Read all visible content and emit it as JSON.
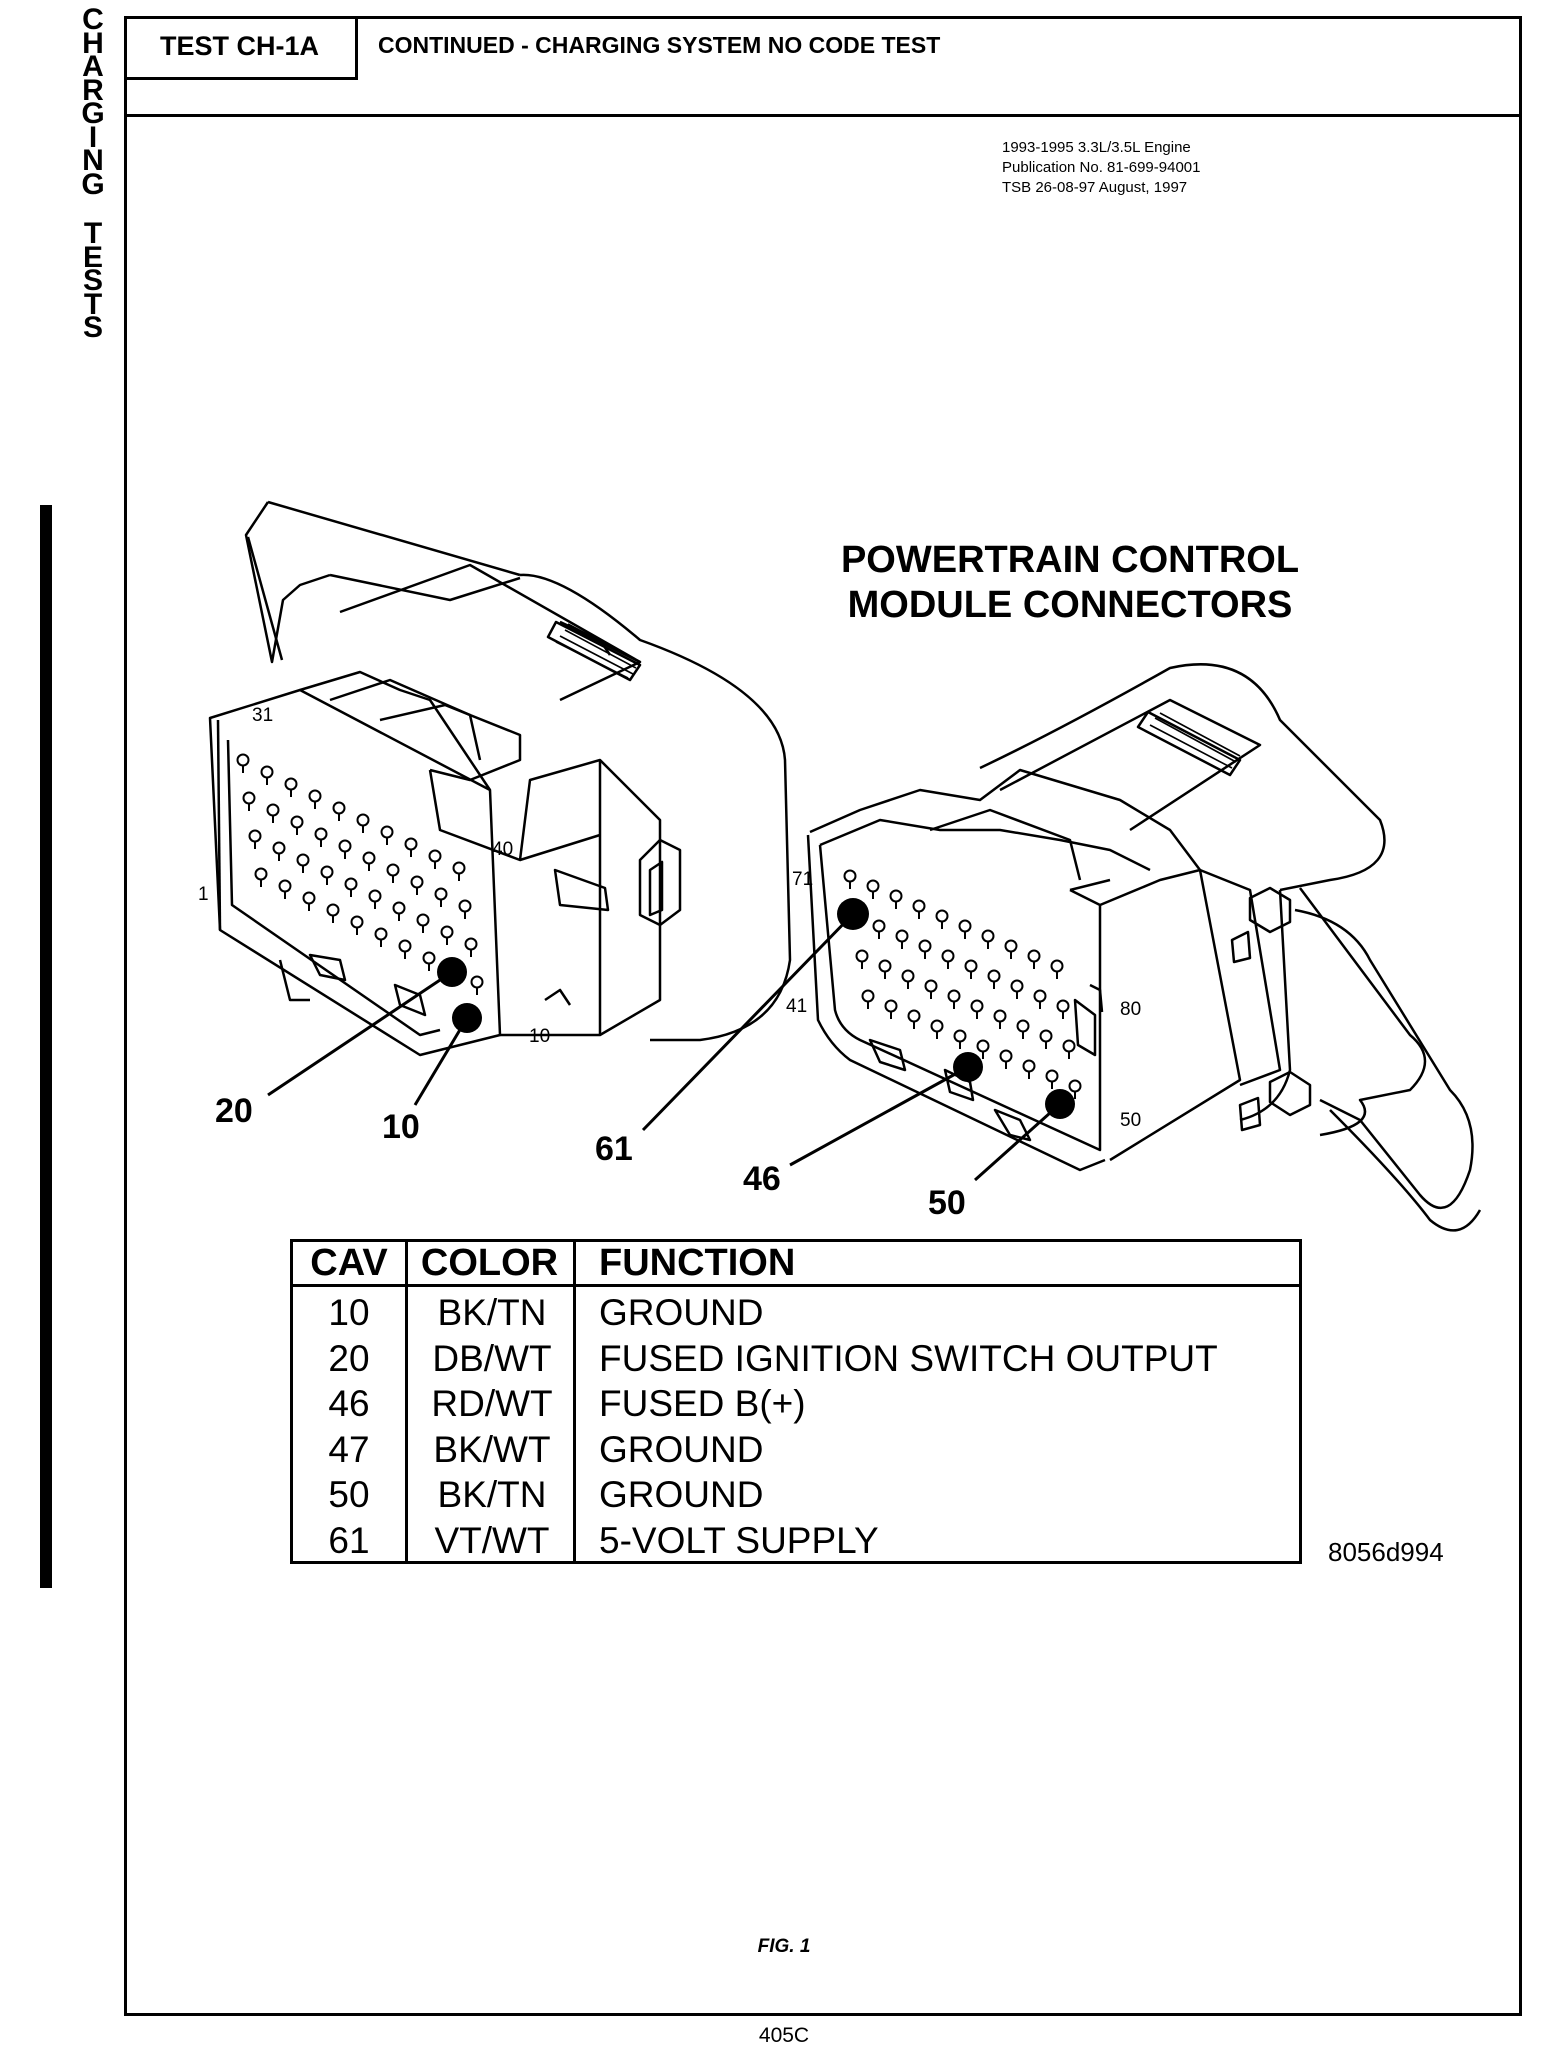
{
  "side_label": [
    "C",
    "H",
    "A",
    "R",
    "G",
    "I",
    "N",
    "G",
    "",
    "T",
    "E",
    "S",
    "T",
    "S"
  ],
  "header": {
    "test_id": "TEST CH-1A",
    "title": "CONTINUED - CHARGING SYSTEM NO CODE TEST"
  },
  "publication": {
    "line1": "1993-1995 3.3L/3.5L Engine",
    "line2": "Publication No. 81-699-94001",
    "line3": "TSB 26-08-97   August, 1997"
  },
  "diagram": {
    "title_line1": "POWERTRAIN CONTROL",
    "title_line2": "MODULE CONNECTORS",
    "left_pin_labels": {
      "p31": "31",
      "p40": "40",
      "p1": "1",
      "p10": "10"
    },
    "right_pin_labels": {
      "p71": "71",
      "p41": "41",
      "p80": "80",
      "p50": "50"
    },
    "callouts": {
      "c20": "20",
      "c10": "10",
      "c61": "61",
      "c46": "46",
      "c50": "50"
    }
  },
  "table": {
    "headers": {
      "cav": "CAV",
      "color": "COLOR",
      "function": "FUNCTION"
    },
    "rows": [
      {
        "cav": "10",
        "color": "BK/TN",
        "function": "GROUND"
      },
      {
        "cav": "20",
        "color": "DB/WT",
        "function": "FUSED IGNITION SWITCH OUTPUT"
      },
      {
        "cav": "46",
        "color": "RD/WT",
        "function": "FUSED B(+)"
      },
      {
        "cav": "47",
        "color": "BK/WT",
        "function": "GROUND"
      },
      {
        "cav": "50",
        "color": "BK/TN",
        "function": "GROUND"
      },
      {
        "cav": "61",
        "color": "VT/WT",
        "function": "5-VOLT SUPPLY"
      }
    ]
  },
  "figure_code": "8056d994",
  "figure_caption": "FIG. 1",
  "page_number": "405C"
}
